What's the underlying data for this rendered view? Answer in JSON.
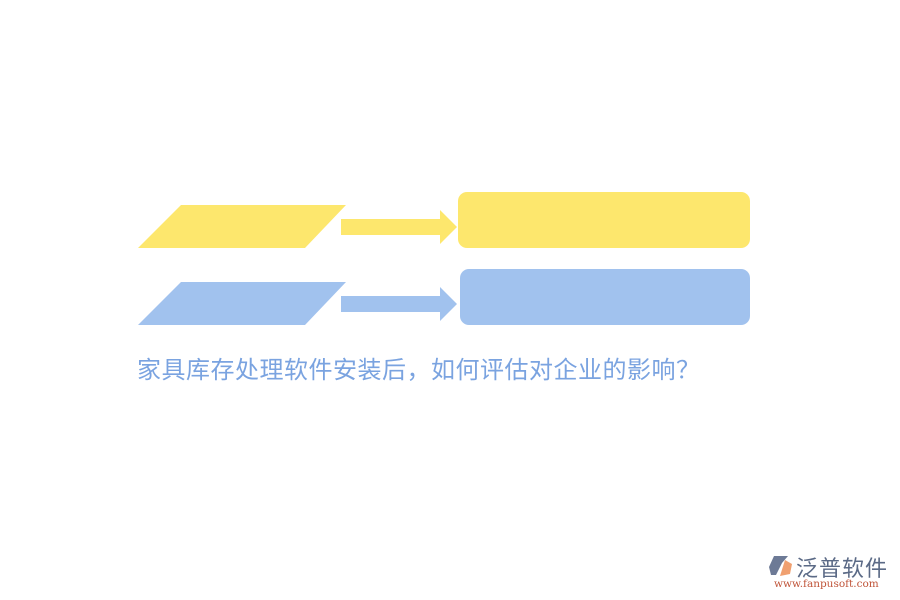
{
  "title": "家具库存处理软件安装后，如何评估对企业的影响？",
  "colors": {
    "yellow": "#fde76d",
    "blue": "#a1c2ee",
    "title_text": "#7aa3e0",
    "logo_text": "#5b6a86",
    "logo_url": "#c0553a"
  },
  "diagram": {
    "rows": [
      {
        "shape": "parallelogram",
        "arrow": "right-arrow",
        "box": "rounded-rectangle",
        "color": "yellow",
        "label": ""
      },
      {
        "shape": "parallelogram",
        "arrow": "right-arrow",
        "box": "rounded-rectangle",
        "color": "blue",
        "label": ""
      }
    ]
  },
  "logo": {
    "name": "泛普软件",
    "url": "www.fanpusoft.com"
  }
}
